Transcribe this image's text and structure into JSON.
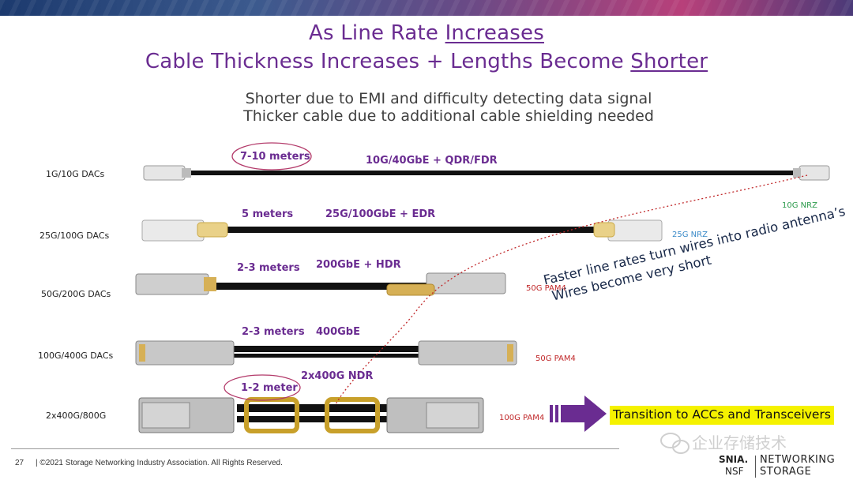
{
  "header": {
    "title_line1_prefix": "As Line Rate ",
    "title_line1_underlined": "Increases",
    "title_line2_prefix": "Cable Thickness Increases + Lengths Become ",
    "title_line2_underlined": "Shorter",
    "subtitle_line1": "Shorter due to EMI and difficulty detecting data signal",
    "subtitle_line2": "Thicker cable due to additional cable shielding needed"
  },
  "rows": [
    {
      "label": "1G/10G DACs",
      "length": "7-10 meters",
      "rate": "10G/40GbE + QDR/FDR",
      "signal": "10G NRZ",
      "signal_color": "#2a9a4a"
    },
    {
      "label": "25G/100G DACs",
      "length": "5 meters",
      "rate": "25G/100GbE + EDR",
      "signal": "25G NRZ",
      "signal_color": "#3a8ac8"
    },
    {
      "label": "50G/200G DACs",
      "length": "2-3 meters",
      "rate": "200GbE + HDR",
      "signal": "50G PAM4",
      "signal_color": "#c0282a"
    },
    {
      "label": "100G/400G DACs",
      "length": "2-3 meters",
      "rate": "400GbE",
      "signal": "50G PAM4",
      "signal_color": "#c0282a"
    },
    {
      "label": "2x400G/800G",
      "length": "1-2 meter",
      "rate": "2x400G NDR",
      "signal": "100G PAM4",
      "signal_color": "#c0282a"
    }
  ],
  "annotation": {
    "line1": "Faster line rates turn wires into radio antenna’s",
    "line2": "Wires become very short"
  },
  "callout": {
    "text": "Transition to ACCs and Transceivers"
  },
  "footer": {
    "page_number": "27",
    "copyright": "| ©2021 Storage Networking Industry Association. All Rights Reserved."
  },
  "watermark": {
    "text": "企业存储技术"
  },
  "logo": {
    "snia": "SNIA.",
    "nsf": "NSF",
    "networking": "NETWORKING",
    "storage": "STORAGE"
  },
  "colors": {
    "title": "#6a2c91",
    "highlight": "#f5f200",
    "arrow": "#6a2c91",
    "dotted": "#c0282a"
  }
}
